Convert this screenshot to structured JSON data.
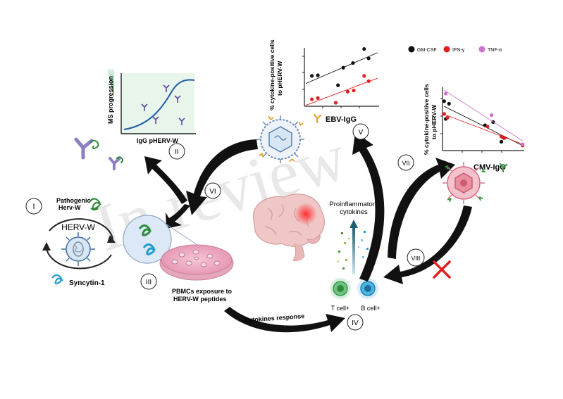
{
  "watermark": "In review",
  "legend": {
    "items": [
      {
        "label": "GM-CSF",
        "color": "#111111"
      },
      {
        "label": "IFN-γ",
        "color": "#e02020"
      },
      {
        "label": "TNF-α",
        "color": "#d070d0"
      }
    ]
  },
  "roman": [
    "I",
    "II",
    "III",
    "IV",
    "V",
    "VI",
    "VII",
    "VIII"
  ],
  "step1": {
    "pathogenic_line1": "Pathogenic",
    "pathogenic_line2": "Herv-W",
    "cycle_label": "HERV-W",
    "syncytin": "Syncytin-1"
  },
  "step2": {
    "ylabel": "MS progression",
    "xlabel": "IgG pHERV-W"
  },
  "step3": {
    "caption_line1": "PBMCs exposure to",
    "caption_line2": "HERV-W peptides"
  },
  "step4": {
    "title_line1": "Proinflammatory",
    "title_line2": "cytokines",
    "t_cell": "T cell+",
    "b_cell": "B cell+",
    "arrow_label": "Cytokines response"
  },
  "ebv": {
    "ylabel_line1": "% cytokine-positive cells",
    "ylabel_line2": "to pHERV-W",
    "label": "EBV-IgG"
  },
  "cmv": {
    "ylabel_line1": "% cytokine-positive cells",
    "ylabel_line2": "to pHERV-W",
    "label": "CMV-IgG"
  },
  "chart_data": [
    {
      "type": "scatter",
      "name_hint": "EBV-IgG correlation",
      "trend": "positive",
      "ylabel": "% cytokine-positive cells to pHERV-W",
      "xlabel": "EBV-IgG",
      "series": [
        {
          "name": "GM-CSF",
          "color": "#111111",
          "points": [
            [
              0.1,
              0.52
            ],
            [
              0.18,
              0.53
            ],
            [
              0.45,
              0.36
            ],
            [
              0.52,
              0.66
            ],
            [
              0.65,
              0.74
            ],
            [
              0.8,
              0.98
            ],
            [
              0.86,
              0.82
            ]
          ]
        },
        {
          "name": "IFN-γ",
          "color": "#e02020",
          "points": [
            [
              0.1,
              0.12
            ],
            [
              0.18,
              0.14
            ],
            [
              0.42,
              0.06
            ],
            [
              0.58,
              0.25
            ],
            [
              0.66,
              0.27
            ],
            [
              0.8,
              0.52
            ],
            [
              0.86,
              0.43
            ]
          ]
        }
      ]
    },
    {
      "type": "scatter",
      "name_hint": "CMV-IgG correlation",
      "trend": "negative",
      "ylabel": "% cytokine-positive cells to pHERV-W",
      "xlabel": "CMV-IgG",
      "series": [
        {
          "name": "GM-CSF",
          "color": "#111111",
          "points": [
            [
              0.02,
              0.78
            ],
            [
              0.08,
              0.74
            ],
            [
              0.04,
              0.5
            ],
            [
              0.52,
              0.4
            ],
            [
              0.62,
              0.45
            ],
            [
              0.72,
              0.14
            ],
            [
              0.75,
              0.2
            ]
          ]
        },
        {
          "name": "IFN-γ",
          "color": "#e02020",
          "points": [
            [
              0.02,
              0.58
            ],
            [
              0.06,
              0.52
            ],
            [
              0.55,
              0.38
            ],
            [
              0.72,
              0.22
            ],
            [
              0.76,
              0.2
            ],
            [
              0.98,
              0.08
            ]
          ]
        },
        {
          "name": "TNF-α",
          "color": "#d070d0",
          "points": [
            [
              0.04,
              0.9
            ],
            [
              0.6,
              0.56
            ],
            [
              0.98,
              0.1
            ]
          ]
        }
      ]
    }
  ]
}
